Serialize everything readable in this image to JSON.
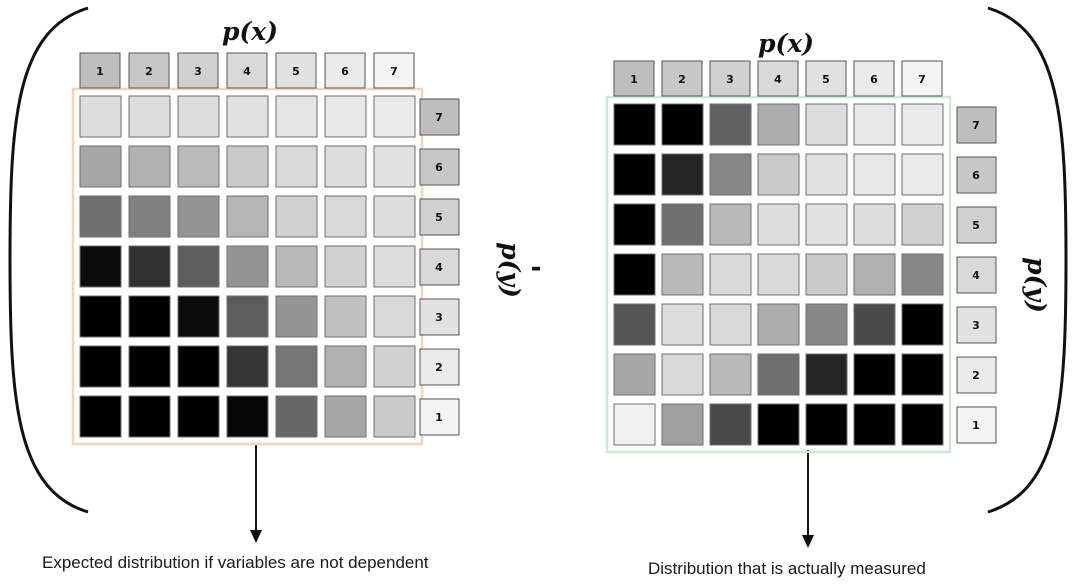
{
  "captions": {
    "left": "Expected distribution if variables are not dependent",
    "right": "Distribution that is actually measured"
  },
  "operator": "-",
  "matrices": [
    {
      "id": "expected",
      "x_title": "p(x)",
      "y_title": "p(y)",
      "x_labels": [
        "1",
        "2",
        "3",
        "4",
        "5",
        "6",
        "7"
      ],
      "y_labels": [
        "7",
        "6",
        "5",
        "4",
        "3",
        "2",
        "1"
      ],
      "border_color": "#f6d2b8",
      "intensity_rows_top_to_bottom": [
        [
          0.1,
          0.1,
          0.1,
          0.08,
          0.07,
          0.06,
          0.05
        ],
        [
          0.32,
          0.28,
          0.24,
          0.18,
          0.12,
          0.1,
          0.08
        ],
        [
          0.55,
          0.48,
          0.4,
          0.26,
          0.15,
          0.12,
          0.1
        ],
        [
          0.95,
          0.8,
          0.62,
          0.4,
          0.25,
          0.15,
          0.1
        ],
        [
          1.0,
          1.0,
          0.95,
          0.62,
          0.4,
          0.22,
          0.12
        ],
        [
          1.0,
          1.0,
          1.0,
          0.78,
          0.52,
          0.28,
          0.15
        ],
        [
          1.0,
          1.0,
          1.0,
          0.97,
          0.58,
          0.32,
          0.18
        ]
      ]
    },
    {
      "id": "measured",
      "x_title": "p(x)",
      "y_title": "p(y)",
      "x_labels": [
        "1",
        "2",
        "3",
        "4",
        "5",
        "6",
        "7"
      ],
      "y_labels": [
        "7",
        "6",
        "5",
        "4",
        "3",
        "2",
        "1"
      ],
      "border_color": "#cfe8cf",
      "intensity_rows_top_to_bottom": [
        [
          1.0,
          1.0,
          0.6,
          0.3,
          0.1,
          0.06,
          0.05
        ],
        [
          1.0,
          0.85,
          0.45,
          0.18,
          0.08,
          0.06,
          0.05
        ],
        [
          1.0,
          0.55,
          0.25,
          0.1,
          0.08,
          0.1,
          0.15
        ],
        [
          1.0,
          0.25,
          0.12,
          0.12,
          0.18,
          0.28,
          0.45
        ],
        [
          0.65,
          0.1,
          0.12,
          0.3,
          0.45,
          0.7,
          1.0
        ],
        [
          0.32,
          0.12,
          0.25,
          0.55,
          0.85,
          1.0,
          1.0
        ],
        [
          0.02,
          0.35,
          0.7,
          1.0,
          1.0,
          1.0,
          1.0
        ]
      ]
    }
  ]
}
